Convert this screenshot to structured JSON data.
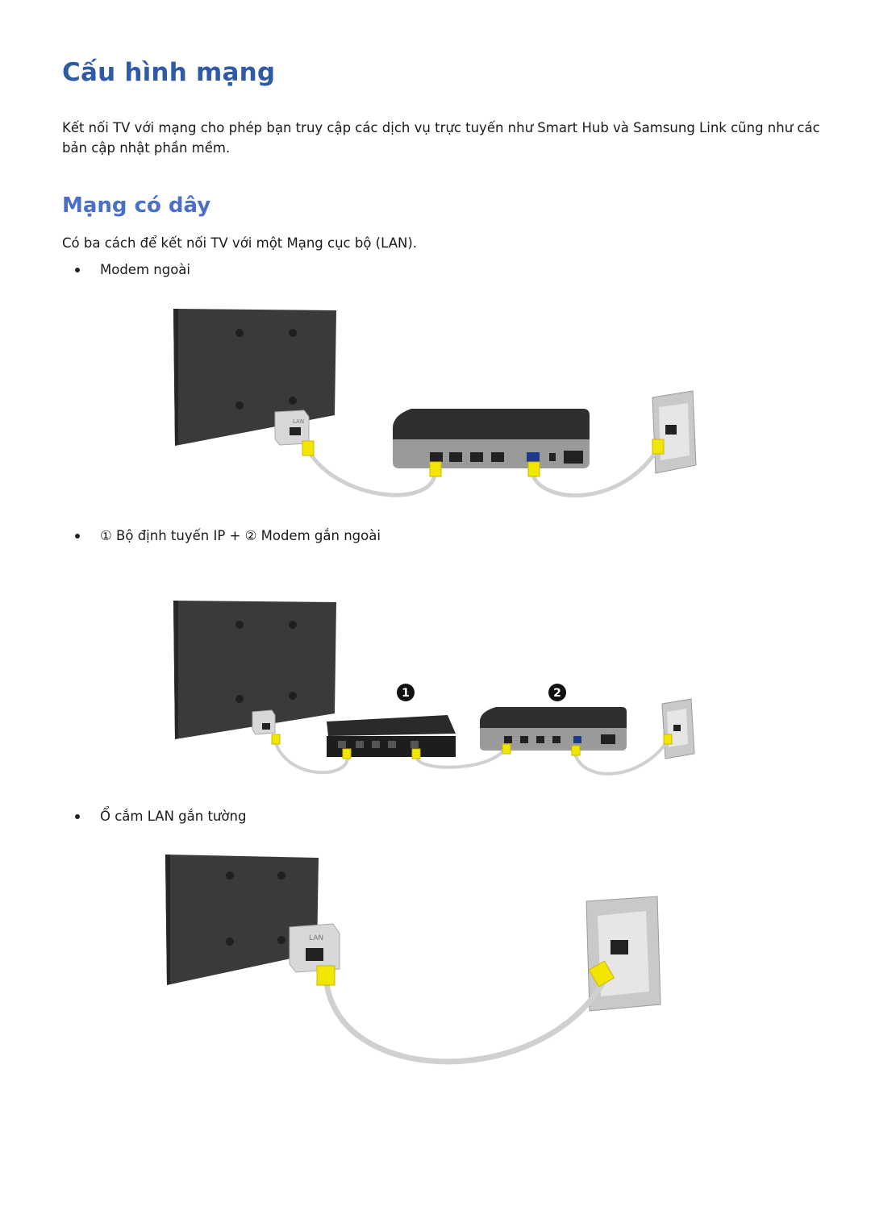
{
  "title": "Cấu hình mạng",
  "intro": "Kết nối TV với mạng cho phép bạn truy cập các dịch vụ trực tuyến như Smart Hub và Samsung Link cũng như các bản cập nhật phần mềm.",
  "section": {
    "heading": "Mạng có dây",
    "lead": "Có ba cách để kết nối TV với một Mạng cục bộ (LAN).",
    "options": [
      {
        "label": "Modem ngoài"
      },
      {
        "label": "① Bộ định tuyến IP + ② Modem gắn ngoài",
        "callouts": [
          "1",
          "2"
        ]
      },
      {
        "label": "Ổ cắm LAN gắn tường"
      }
    ]
  },
  "port_label": "LAN",
  "colors": {
    "title": "#2e5aa6",
    "heading": "#4b6fc6",
    "tv": "#3a3a3a",
    "cable_plug": "#f2e600",
    "cable": "#d0d0d0"
  }
}
